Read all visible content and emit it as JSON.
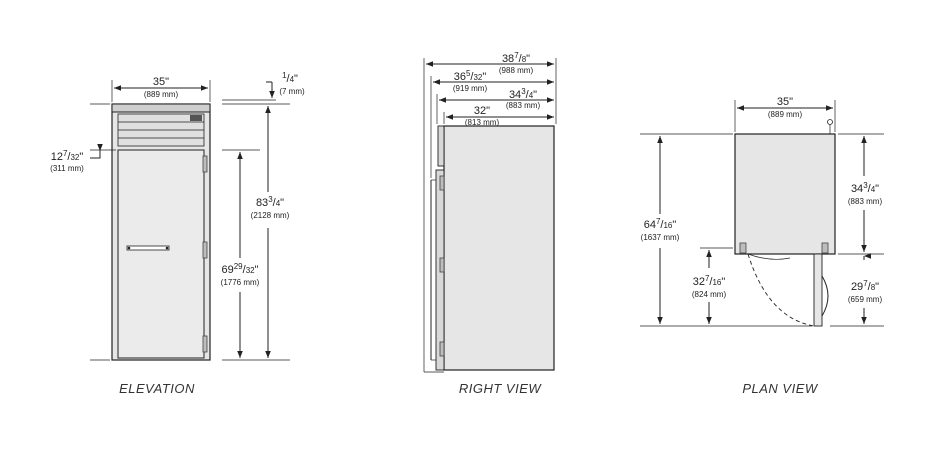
{
  "elevation": {
    "caption": "ELEVATION",
    "width": {
      "whole": "35",
      "frac_num": "",
      "frac_den": "",
      "mm": "(889 mm)"
    },
    "upper_height": {
      "whole": "12",
      "frac_num": "7",
      "frac_den": "32",
      "mm": "(311 mm)"
    },
    "top_clearance": {
      "whole": "",
      "frac_num": "1",
      "frac_den": "4",
      "mm": "(7 mm)"
    },
    "overall_height": {
      "whole": "83",
      "frac_num": "3",
      "frac_den": "4",
      "mm": "(2128 mm)"
    },
    "door_height": {
      "whole": "69",
      "frac_num": "29",
      "frac_den": "32",
      "mm": "(1776 mm)"
    }
  },
  "right_view": {
    "caption": "RIGHT VIEW",
    "overall_depth": {
      "whole": "38",
      "frac_num": "7",
      "frac_den": "8",
      "mm": "(988 mm)"
    },
    "depth_with_handle": {
      "whole": "36",
      "frac_num": "5",
      "frac_den": "32",
      "mm": "(919 mm)"
    },
    "depth_with_door": {
      "whole": "34",
      "frac_num": "3",
      "frac_den": "4",
      "mm": "(883 mm)"
    },
    "body_depth": {
      "whole": "32",
      "frac_num": "",
      "frac_den": "",
      "mm": "(813 mm)"
    }
  },
  "plan_view": {
    "caption": "PLAN VIEW",
    "width": {
      "whole": "35",
      "frac_num": "",
      "frac_den": "",
      "mm": "(889 mm)"
    },
    "total_depth_open": {
      "whole": "64",
      "frac_num": "7",
      "frac_den": "16",
      "mm": "(1637 mm)"
    },
    "door_swing": {
      "whole": "32",
      "frac_num": "7",
      "frac_den": "16",
      "mm": "(824 mm)"
    },
    "cabinet_depth": {
      "whole": "34",
      "frac_num": "3",
      "frac_den": "4",
      "mm": "(883 mm)"
    },
    "door_clearance": {
      "whole": "29",
      "frac_num": "7",
      "frac_den": "8",
      "mm": "(659 mm)"
    }
  }
}
